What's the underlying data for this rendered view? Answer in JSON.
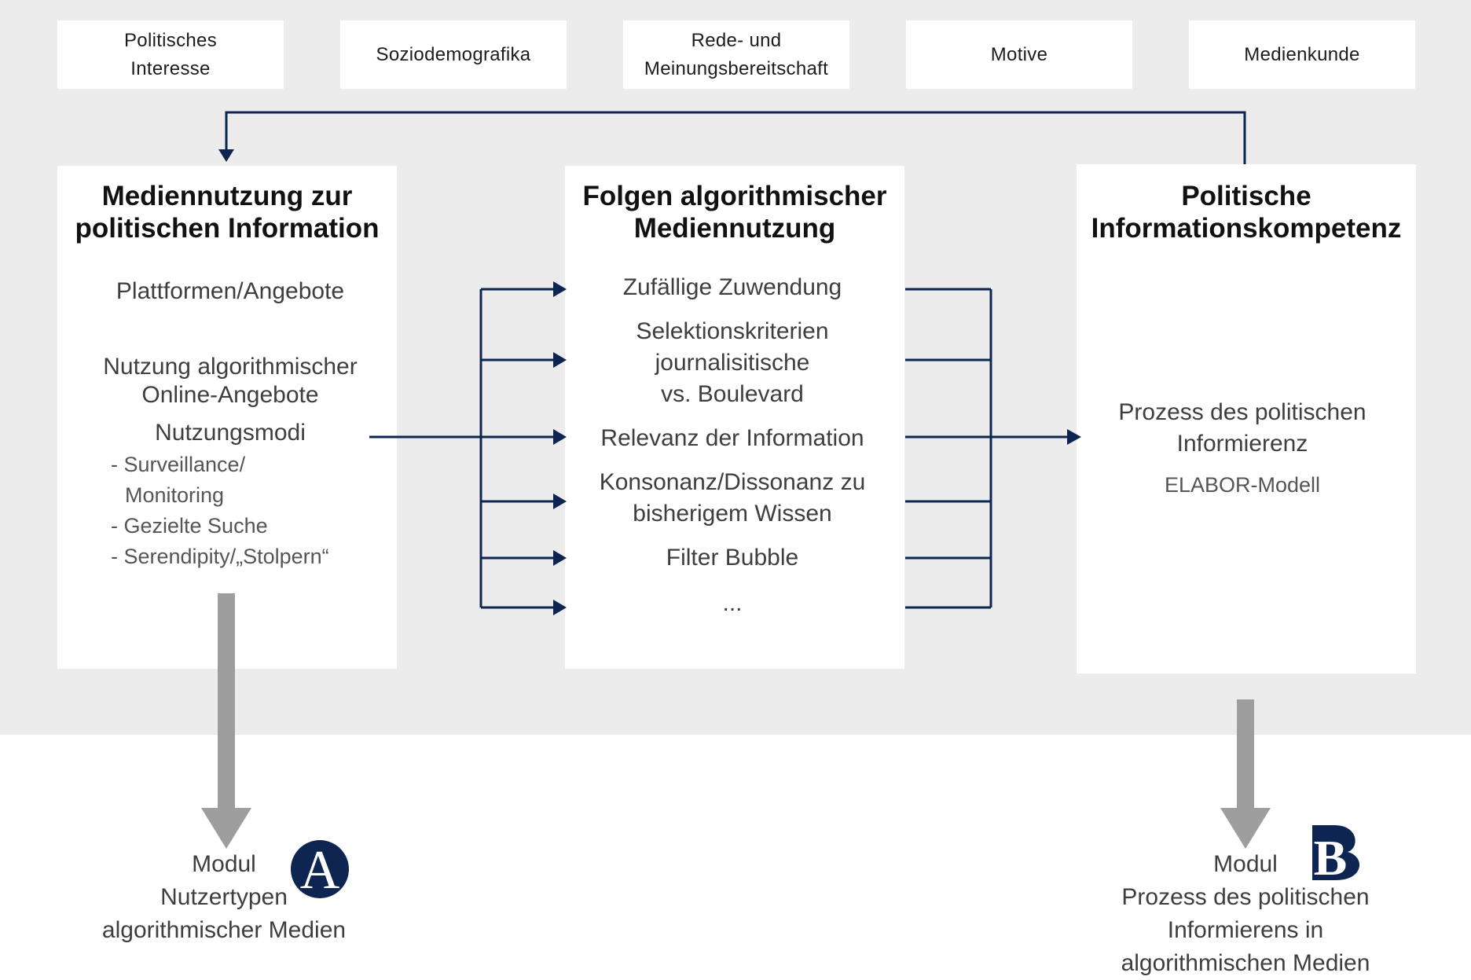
{
  "factors": [
    "Politisches Interesse",
    "Soziodemografika",
    "Rede- und Meinungsbereitschaft",
    "Motive",
    "Medienkunde"
  ],
  "left_panel": {
    "title_line1": "Mediennutzung zur",
    "title_line2": "politischen Information",
    "item_platforms": "Plattformen/Angebote",
    "item_usage_line1": "Nutzung algorithmischer",
    "item_usage_line2": "Online-Angebote",
    "item_modes": "Nutzungsmodi",
    "modes": [
      "- Surveillance/",
      "Monitoring",
      "- Gezielte Suche",
      "- Serendipity/„Stolpern“"
    ]
  },
  "middle_panel": {
    "title_line1": "Folgen algorithmischer",
    "title_line2": "Mediennutzung",
    "items": [
      "Zufällige Zuwendung",
      "Selektionskriterien",
      "journalisitische",
      "vs. Boulevard",
      "Relevanz der Information",
      "Konsonanz/Dissonanz zu",
      "bisherigem Wissen",
      "Filter Bubble",
      "..."
    ]
  },
  "right_panel": {
    "title_line1": "Politische",
    "title_line2": "Informationskompetenz",
    "process_line1": "Prozess des politischen",
    "process_line2": "Informierenz",
    "model": "ELABOR-Modell"
  },
  "module_a": {
    "badge": "A",
    "lines": [
      "Modul",
      "Nutzertypen",
      "algorithmischer Medien"
    ]
  },
  "module_b": {
    "badge": "B",
    "lines": [
      "Modul",
      "Prozess des politischen",
      "Informierens in",
      "algorithmischen Medien"
    ]
  },
  "colors": {
    "background_band": "#ececec",
    "arrow_navy": "#0d2550",
    "arrow_gray": "#9e9e9e",
    "badge_navy": "#0d2550"
  }
}
